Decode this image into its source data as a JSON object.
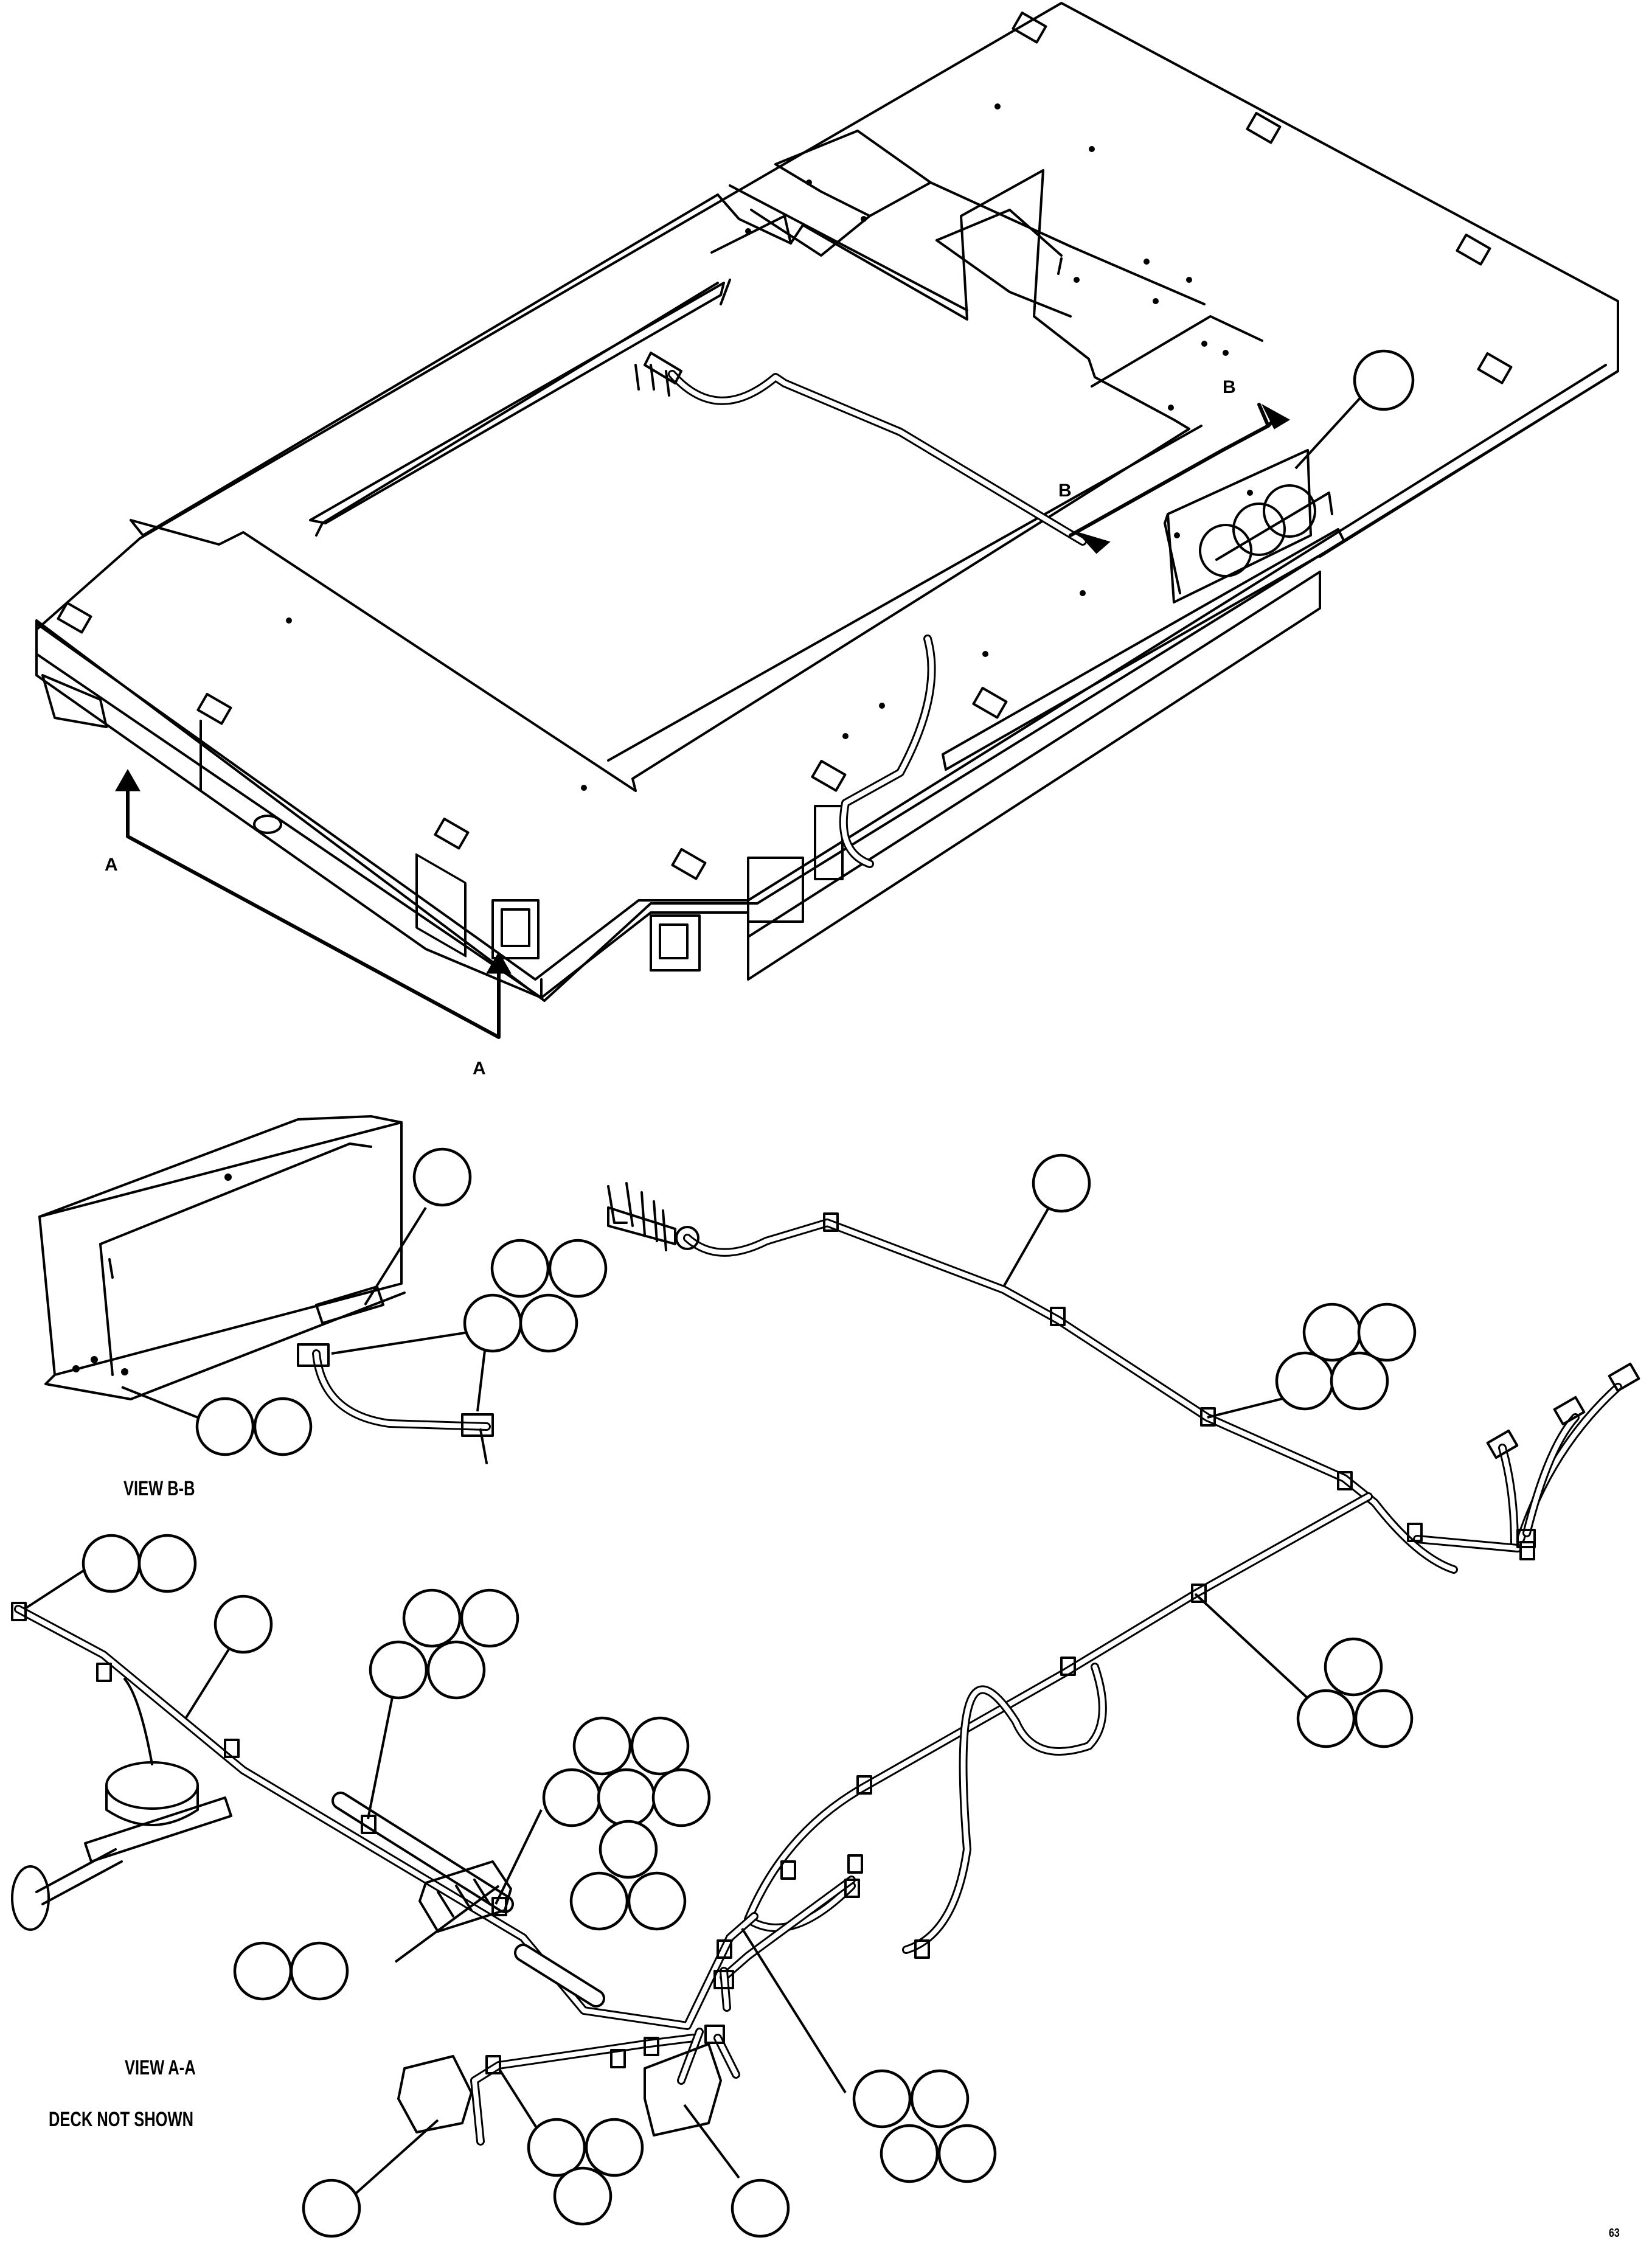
{
  "sheet": {
    "view_bb_label": "VIEW B-B",
    "view_aa_label": "VIEW A-A",
    "deck_note": "DECK NOT SHOWN",
    "page_ref": "63"
  },
  "section_markers": {
    "a_left": "A",
    "a_bottom": "A",
    "b_top": "B",
    "b_mid": "B"
  },
  "callouts": {
    "empty_balloons": true
  }
}
